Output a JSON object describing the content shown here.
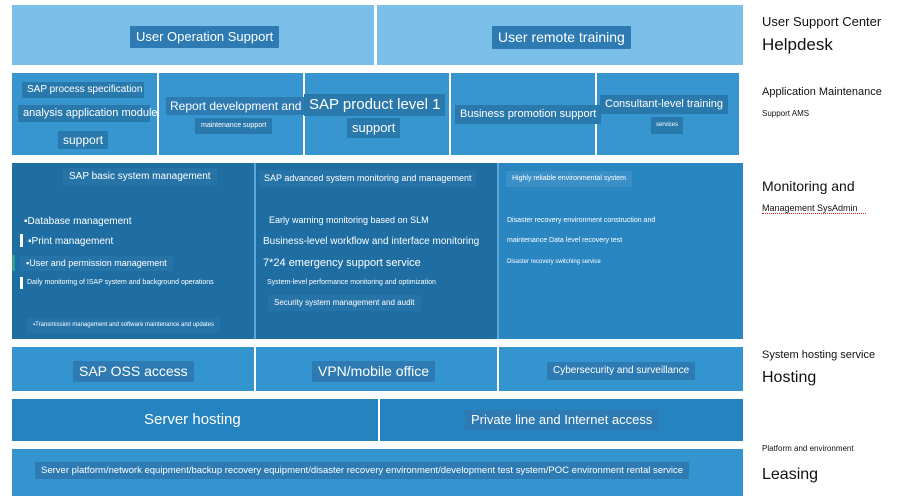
{
  "row1": {
    "left": "User Operation Support",
    "right": "User remote training"
  },
  "row2": {
    "cell1": [
      "SAP process specification",
      "analysis application module",
      "support"
    ],
    "cell2": [
      "Report development and",
      "maintenance support"
    ],
    "cell3": [
      "SAP product level 1",
      "support"
    ],
    "cell4": "Business promotion support",
    "cell5": [
      "Consultant-level training",
      "services"
    ]
  },
  "row3": {
    "col1": {
      "title": "SAP basic system management",
      "items": [
        "▪Database management",
        "▪Print management",
        "▪User and permission management",
        "Daily monitoring of ISAP system and background operations",
        "▪Transmission management and software maintenance and updates"
      ]
    },
    "col2": {
      "title": "SAP advanced system monitoring and management",
      "items": [
        "Early warning monitoring based on SLM",
        "Business-level workflow and interface monitoring",
        "7*24 emergency support service",
        "System-level performance monitoring and optimization",
        "Security system management and audit"
      ]
    },
    "col3": {
      "title": "Highly reliable environmental system",
      "items": [
        "Disaster recovery environment construction and",
        "maintenance Data level recovery test",
        "Disaster recovery switching service"
      ]
    }
  },
  "row4": {
    "c1": "SAP OSS access",
    "c2": "VPN/mobile office",
    "c3": "Cybersecurity and surveillance"
  },
  "row5": {
    "left": "Server hosting",
    "right": "Private line and Internet access"
  },
  "row6": {
    "text": "Server platform/network equipment/backup recovery equipment/disaster recovery environment/development test system/POC environment rental service"
  },
  "sidebar": {
    "s1": {
      "small": "User Support Center",
      "big": "Helpdesk"
    },
    "s2": {
      "line1": "Application Maintenance",
      "line2": "Support AMS"
    },
    "s3": {
      "big": "Monitoring and",
      "small": "Management SysAdmin"
    },
    "s4": {
      "small": "System hosting service",
      "big": "Hosting"
    },
    "s5": {
      "small": "Platform and environment",
      "big": "Leasing"
    }
  },
  "colors": {
    "light": "#77bde6",
    "mid": "#3594cf",
    "dark": "#1d6da1",
    "deep": "#2583bf",
    "chip": "#2d7bb2"
  }
}
